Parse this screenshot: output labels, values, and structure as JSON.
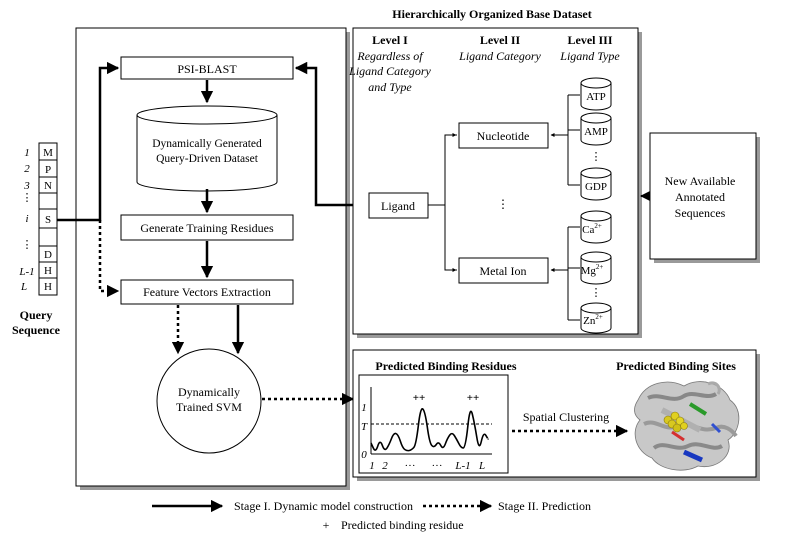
{
  "query": {
    "indices": [
      "1",
      "2",
      "3",
      "i",
      "L-1",
      "L"
    ],
    "residues": [
      "M",
      "P",
      "N",
      "S",
      "D",
      "H",
      "H"
    ],
    "label_line1": "Query",
    "label_line2": "Sequence",
    "dots": "…"
  },
  "stage1": {
    "psi_blast": "PSI-BLAST",
    "dataset_line1": "Dynamically Generated",
    "dataset_line2": "Query-Driven Dataset",
    "generate_training": "Generate Training Residues",
    "feature_vectors": "Feature Vectors Extraction",
    "svm_line1": "Dynamically",
    "svm_line2": "Trained SVM"
  },
  "base_dataset": {
    "title": "Hierarchically Organized Base Dataset",
    "level1_title": "Level I",
    "level1_sub1": "Regardless of",
    "level1_sub2": "Ligand Category",
    "level1_sub3": "and Type",
    "level2_title": "Level II",
    "level2_sub": "Ligand Category",
    "level3_title": "Level III",
    "level3_sub": "Ligand Type",
    "ligand": "Ligand",
    "nucleotide": "Nucleotide",
    "metal_ion": "Metal Ion",
    "vdots": "⋮",
    "atp": "ATP",
    "amp": "AMP",
    "gdp": "GDP",
    "ca_base": "Ca",
    "ca_sup": "2+",
    "mg_base": "Mg",
    "mg_sup": "2+",
    "zn_base": "Zn",
    "zn_sup": "2+"
  },
  "new_sequences": {
    "line1": "New Available",
    "line2": "Annotated",
    "line3": "Sequences"
  },
  "prediction": {
    "residues_title": "Predicted Binding Residues",
    "sites_title": "Predicted Binding Sites",
    "spatial_clustering": "Spatial Clustering",
    "plot": {
      "y1": "1",
      "yT": "T",
      "y0": "0",
      "x_labels": [
        "1",
        "2",
        "···",
        "···",
        "L-1",
        "L"
      ],
      "plus_marks": [
        "++",
        "++"
      ],
      "curve": [
        0.22,
        0.02,
        0.3,
        0.05,
        0.18,
        0.42,
        0.4,
        0.12,
        0.06,
        0.08,
        0.18,
        0.94,
        0.86,
        0.22,
        0.12,
        0.26,
        0.08,
        0.32,
        0.44,
        0.3,
        0.12,
        0.12,
        0.98,
        0.62,
        0.05,
        0.45,
        0.3
      ],
      "threshold": 0.62
    }
  },
  "legend": {
    "stage1": "Stage I. Dynamic model construction",
    "stage2": "Stage II. Prediction",
    "plus_symbol": "+",
    "plus_text": "Predicted binding residue"
  }
}
